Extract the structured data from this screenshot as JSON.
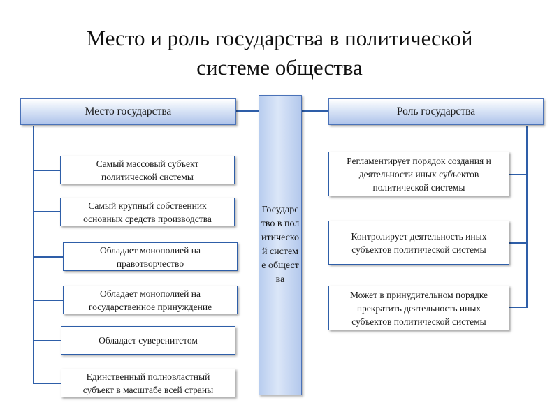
{
  "title_line1": "Место и роль государства в политической",
  "title_line2": "системе общества",
  "left_header": "Место государства",
  "right_header": "Роль государства",
  "center_label": "Государство в политической системе общества",
  "left_items": [
    {
      "line1": "Самый массовый субъект",
      "line2": "политической системы"
    },
    {
      "line1": "Самый крупный собственник",
      "line2": "основных средств производства"
    },
    {
      "line1": "Обладает монополией на",
      "line2": "правотворчество"
    },
    {
      "line1": "Обладает монополией на",
      "line2": "государственное принуждение"
    },
    {
      "line1": "Обладает суверенитетом",
      "line2": ""
    },
    {
      "line1": "Единственный полновластный",
      "line2": "субъект в масштабе всей страны"
    }
  ],
  "right_items": [
    {
      "line1": "Регламентирует порядок создания и",
      "line2": "деятельности  иных субъектов",
      "line3": "политической системы"
    },
    {
      "line1": "Контролирует деятельность иных",
      "line2": "субъектов политической системы",
      "line3": ""
    },
    {
      "line1": "Может в принудительном порядке",
      "line2": "прекратить деятельность иных",
      "line3": "субъектов политической системы"
    }
  ],
  "colors": {
    "border": "#2e5ea8",
    "header_fill": "#aec3ea"
  }
}
